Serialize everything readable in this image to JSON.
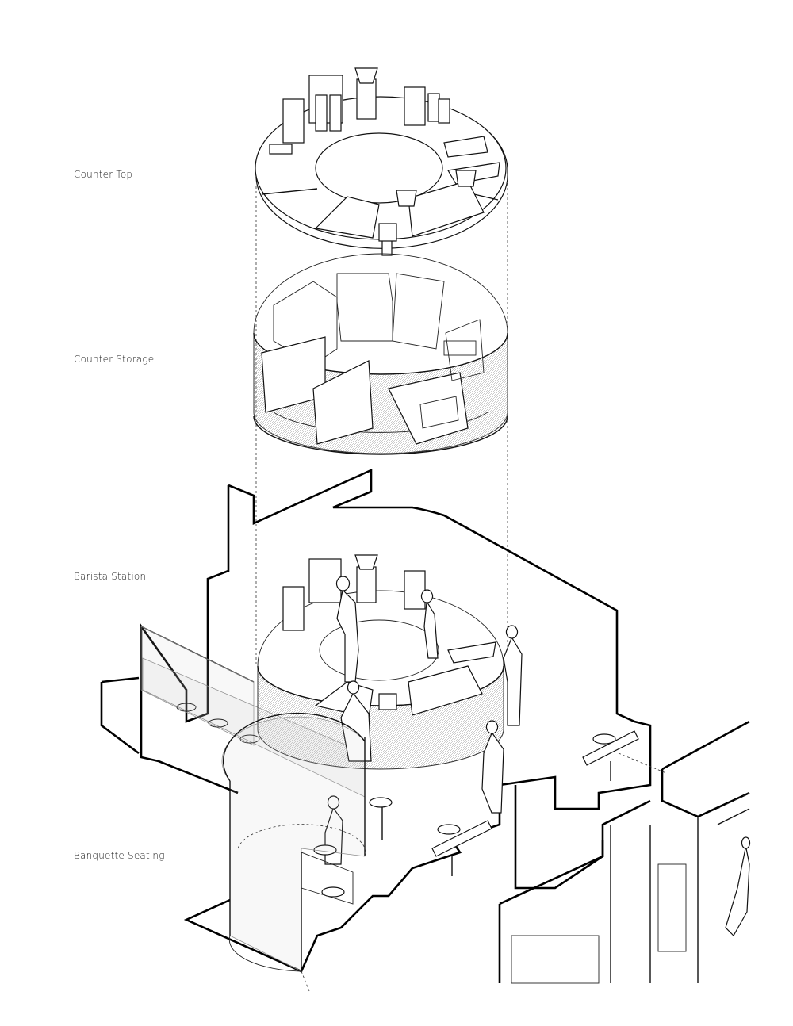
{
  "labels": {
    "counter_top": "Counter Top",
    "counter_storage": "Counter Storage",
    "barista_station": "Barista Station",
    "banquette_seating": "Banquette Seating"
  },
  "colors": {
    "line": "#111111",
    "background": "#ffffff",
    "hatch": "#888888"
  }
}
